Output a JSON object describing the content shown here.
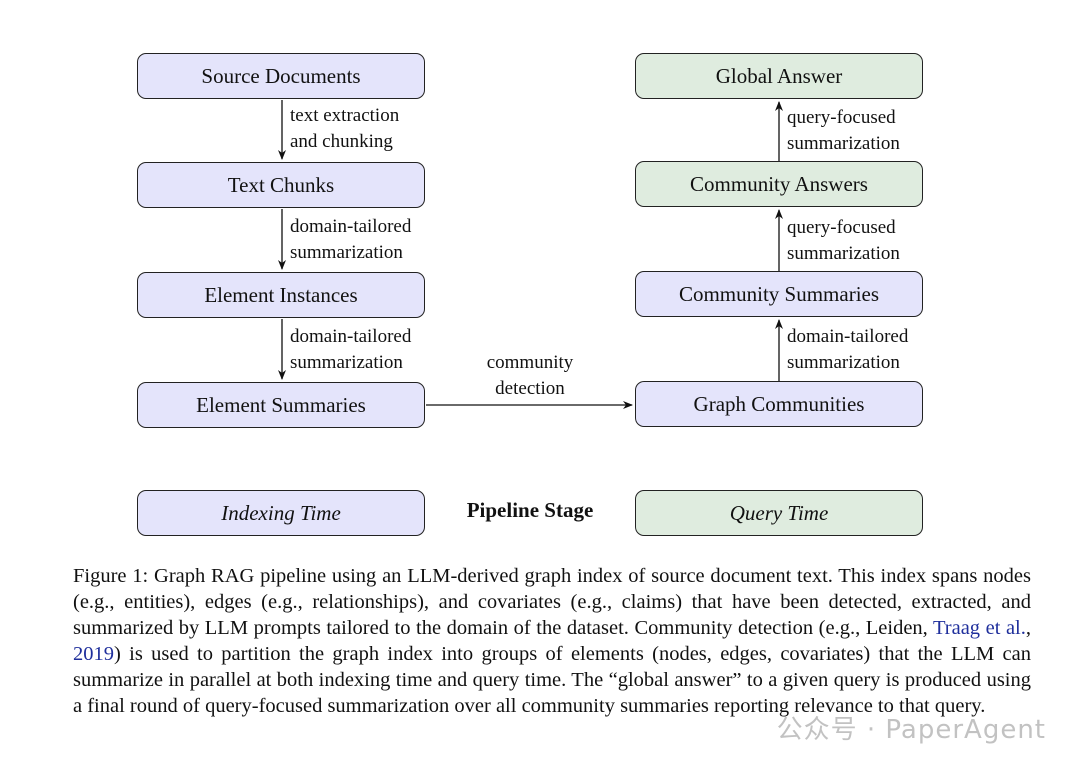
{
  "diagram": {
    "indexing_boxes": {
      "source_documents": "Source Documents",
      "text_chunks": "Text Chunks",
      "element_instances": "Element Instances",
      "element_summaries": "Element Summaries"
    },
    "query_boxes": {
      "global_answer": "Global Answer",
      "community_answers": "Community Answers",
      "community_summaries": "Community Summaries",
      "graph_communities": "Graph Communities"
    },
    "edge_labels": {
      "extraction_1": "text extraction",
      "extraction_2": "and chunking",
      "tailored_a_1": "domain-tailored",
      "tailored_a_2": "summarization",
      "tailored_b_1": "domain-tailored",
      "tailored_b_2": "summarization",
      "detection_1": "community",
      "detection_2": "detection",
      "tailored_c_1": "domain-tailored",
      "tailored_c_2": "summarization",
      "focused_a_1": "query-focused",
      "focused_a_2": "summarization",
      "focused_b_1": "query-focused",
      "focused_b_2": "summarization"
    },
    "legend": {
      "indexing_time": "Indexing Time",
      "pipeline_stage": "Pipeline Stage",
      "query_time": "Query Time"
    },
    "colors": {
      "indexing": "#e4e4fb",
      "query": "#dfecdf",
      "citation": "#1f2f9c"
    }
  },
  "caption": {
    "part1": "Figure 1: Graph RAG pipeline using an LLM-derived graph index of source document text. This index spans nodes (e.g., entities), edges (e.g., relationships), and covariates (e.g., claims) that have been detected, extracted, and summarized by LLM prompts tailored to the domain of the dataset. Community detection (e.g., Leiden, ",
    "cite_author": "Traag et al.",
    "cite_sep": ", ",
    "cite_year": "2019",
    "part2": ") is used to partition the graph index into groups of elements (nodes, edges, covariates) that the LLM can summarize in parallel at both indexing time and query time. The “global answer” to a given query is produced using a final round of query-focused summarization over all community summaries reporting relevance to that query."
  },
  "watermark": "公众号 · PaperAgent"
}
